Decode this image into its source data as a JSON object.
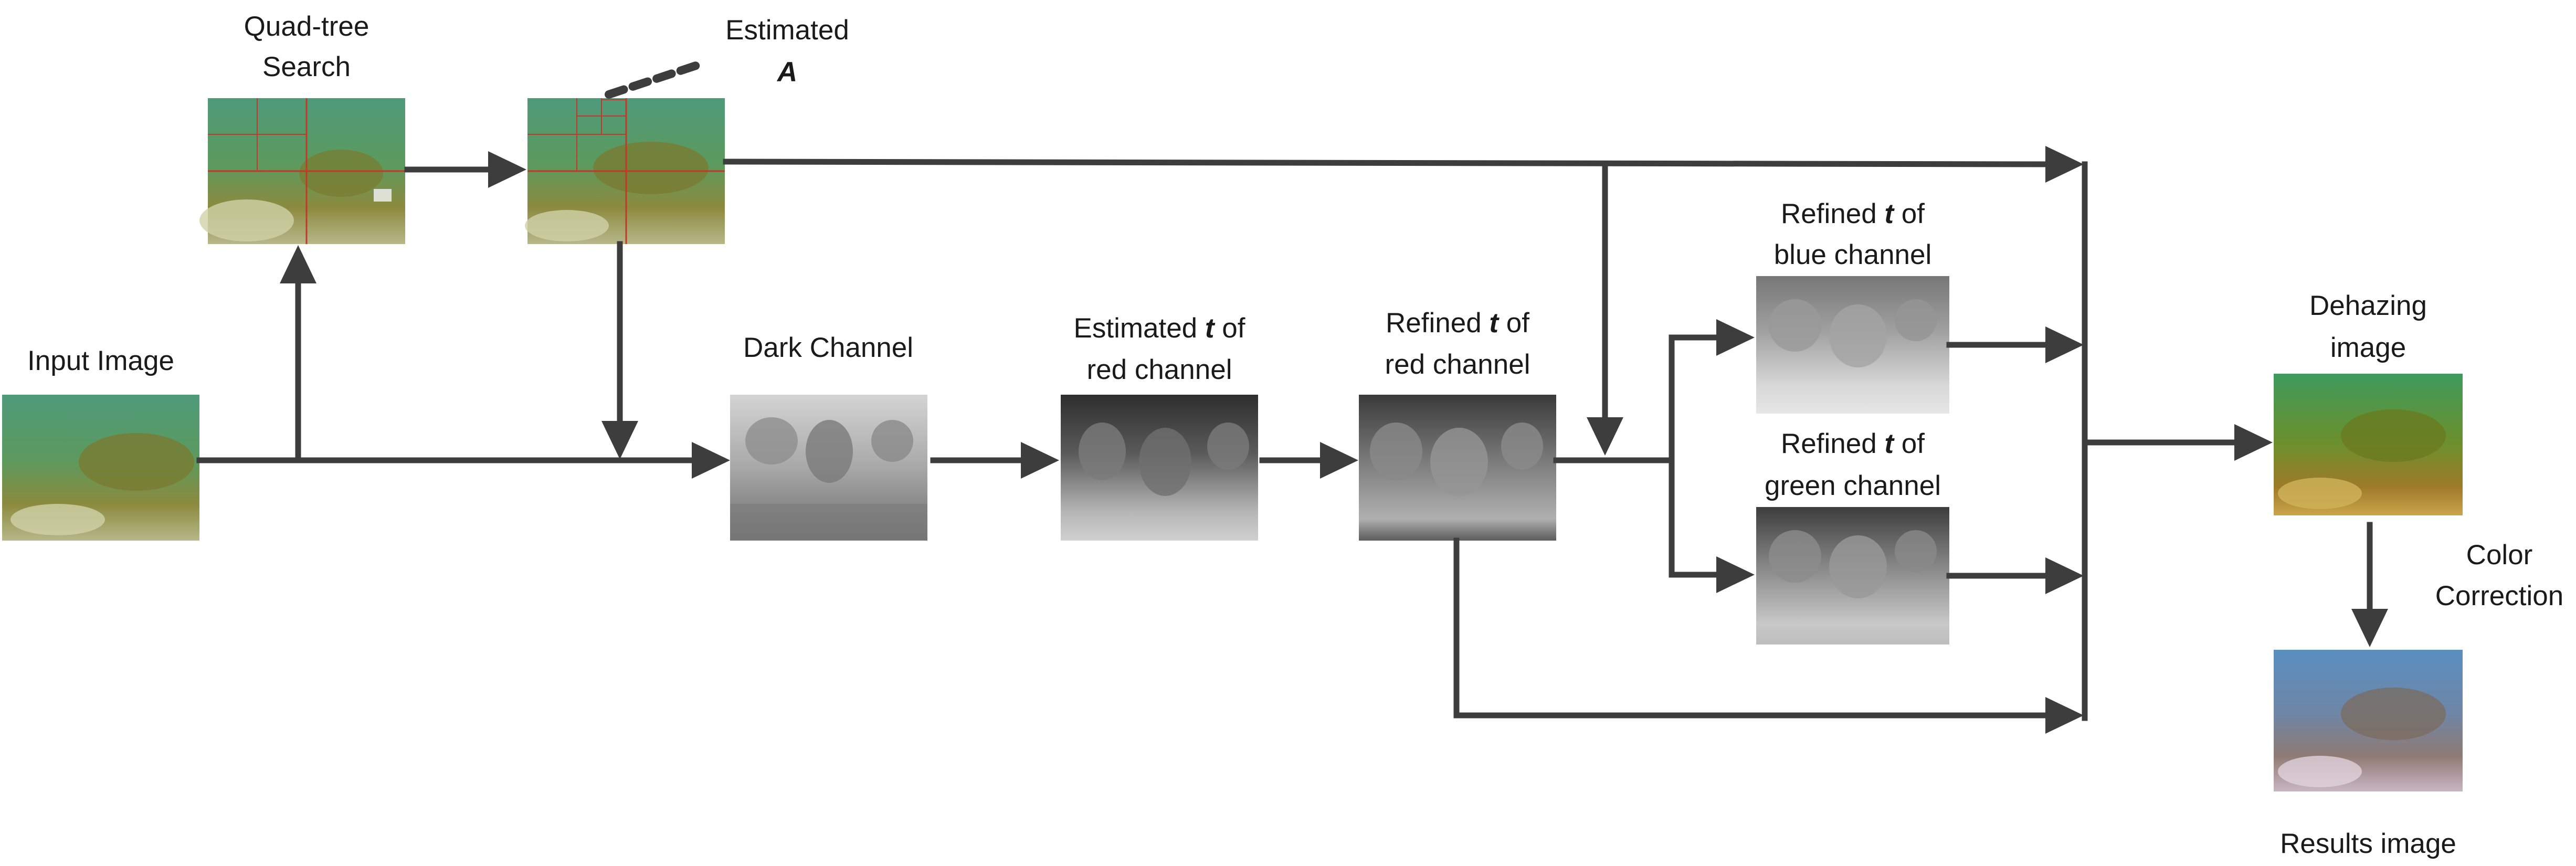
{
  "labels": {
    "quadtree_line1": "Quad-tree",
    "quadtree_line2": "Search",
    "estA_line1": "Estimated",
    "estA_symbol": "A",
    "input": "Input Image",
    "dark": "Dark Channel",
    "estT_line1_pre": "Estimated ",
    "estT_symbol": "t",
    "estT_line1_post": " of",
    "estT_line2": "red channel",
    "refRed_line1_pre": "Refined ",
    "refRed_symbol": "t",
    "refRed_line1_post": " of",
    "refRed_line2": "red channel",
    "refBlue_line1_pre": "Refined ",
    "refBlue_symbol": "t",
    "refBlue_line1_post": " of",
    "refBlue_line2": "blue channel",
    "refGreen_line1_pre": "Refined ",
    "refGreen_symbol": "t",
    "refGreen_line1_post": " of",
    "refGreen_line2": "green channel",
    "dehaze_line1": "Dehazing",
    "dehaze_line2": "image",
    "color_line1": "Color",
    "color_line2": "Correction",
    "results": "Results image"
  },
  "colors": {
    "arrow": "#3d3d3d",
    "underwater_green": "#4f9a6e",
    "quadtree_grid": "#c0392b",
    "results_blue": "#5a7fa8"
  }
}
